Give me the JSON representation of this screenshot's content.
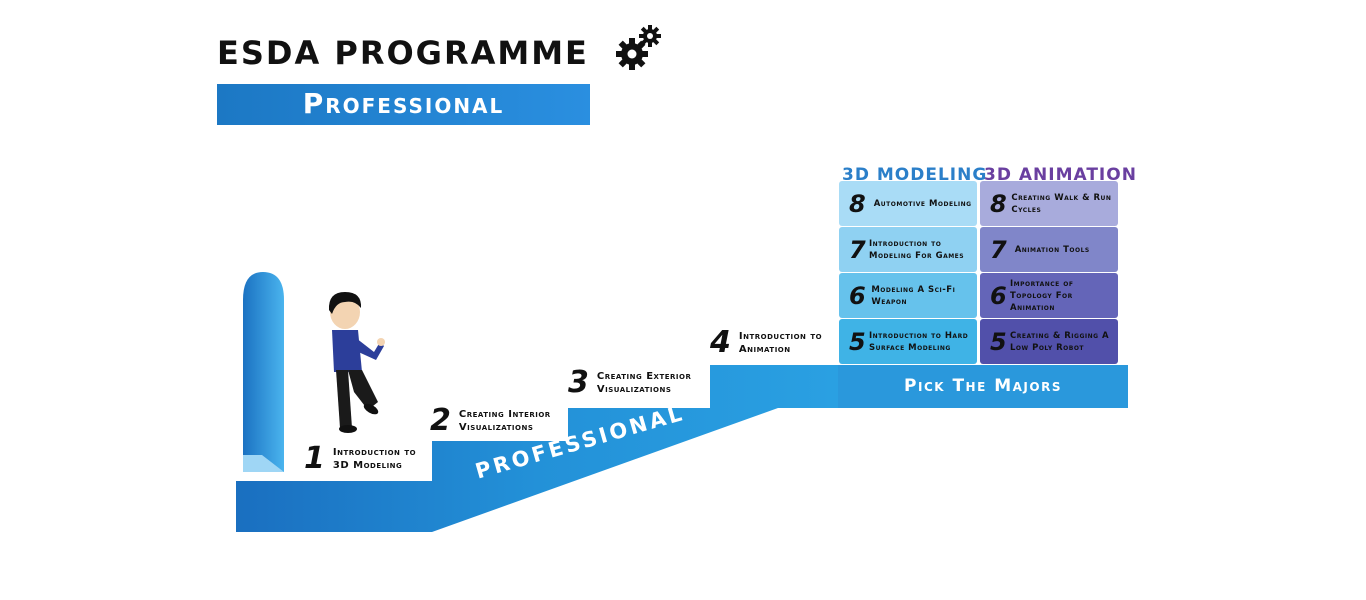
{
  "header": {
    "title": "ESDA PROGRAMME",
    "subtitle": "Professional"
  },
  "steps": [
    {
      "num": "1",
      "line1": "Introduction to",
      "line2": "3D Modeling"
    },
    {
      "num": "2",
      "line1": "Creating Interior",
      "line2": "Visualizations"
    },
    {
      "num": "3",
      "line1": "Creating Exterior",
      "line2": "Visualizations"
    },
    {
      "num": "4",
      "line1": "Introduction to",
      "line2": "Animation"
    }
  ],
  "stair_label": "PROFESSIONAL",
  "majors": {
    "label": "Pick The Majors",
    "modeling": {
      "heading": "3D MODELING",
      "items": [
        {
          "num": "8",
          "text": "Automotive Modeling"
        },
        {
          "num": "7",
          "text": "Introduction to Modeling For Games"
        },
        {
          "num": "6",
          "text": "Modeling A Sci-Fi Weapon"
        },
        {
          "num": "5",
          "text": "Introduction to Hard Surface Modeling"
        }
      ]
    },
    "animation": {
      "heading": "3D ANIMATION",
      "items": [
        {
          "num": "8",
          "text": "Creating Walk & Run Cycles"
        },
        {
          "num": "7",
          "text": "Animation Tools"
        },
        {
          "num": "6",
          "text": "Importance of Topology For Animation"
        },
        {
          "num": "5",
          "text": "Creating & Rigging A Low Poly Robot"
        }
      ]
    }
  },
  "colors": {
    "accent_blue": "#2a98dc",
    "modeling_heading": "#2b7fc9",
    "animation_heading": "#6a3fa0"
  }
}
